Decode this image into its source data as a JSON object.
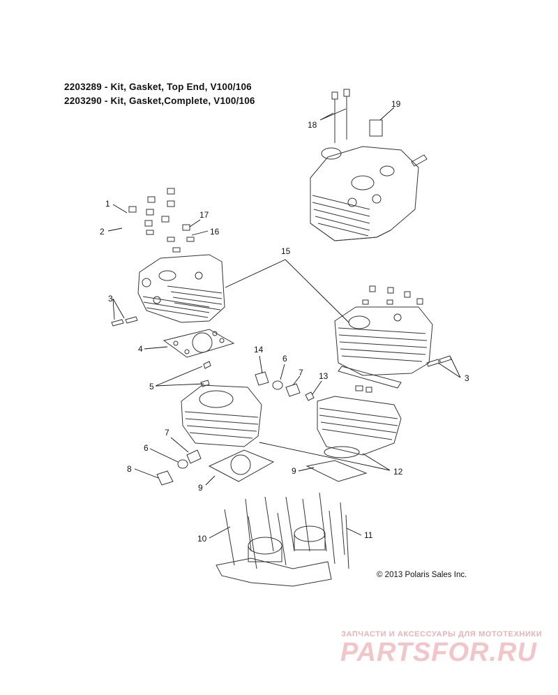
{
  "header": {
    "line1": "2203289 - Kit, Gasket, Top End, V100/106",
    "line2": "2203290 - Kit, Gasket,Complete, V100/106"
  },
  "callouts": [
    "1",
    "2",
    "3",
    "3",
    "4",
    "5",
    "6",
    "6",
    "7",
    "7",
    "8",
    "9",
    "9",
    "10",
    "11",
    "12",
    "13",
    "14",
    "15",
    "16",
    "17",
    "18",
    "19"
  ],
  "copyright": "© 2013 Polaris Sales Inc.",
  "watermark": {
    "tagline": "ЗАПЧАСТИ И АКСЕССУАРЫ ДЛЯ МОТОТЕХНИКИ",
    "brand": "PARTSFOR.RU"
  },
  "colors": {
    "line": "#333333",
    "watermark": "#e8a6ab"
  }
}
